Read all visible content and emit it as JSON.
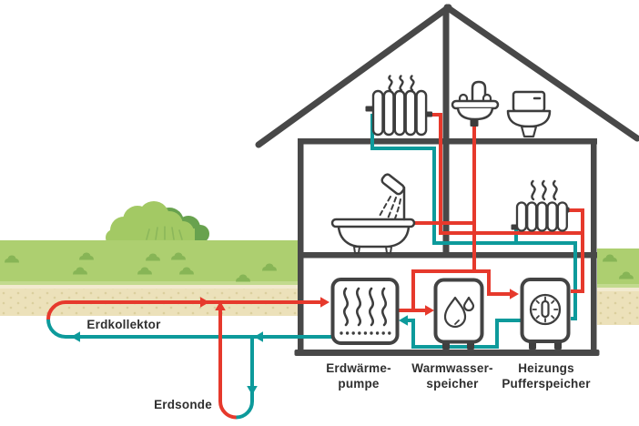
{
  "labels": {
    "erdkollektor": "Erdkollektor",
    "erdsonde": "Erdsonde",
    "erdwaermepumpe": "Erdwärme-\npumpe",
    "warmwasserspeicher": "Warmwasser-\nspeicher",
    "heizungs_pufferspeicher": "Heizungs\nPufferspeicher"
  },
  "colors": {
    "hot_pipe": "#e6392c",
    "cold_pipe": "#0d9a9b",
    "structure": "#484848",
    "icon_stroke": "#3d3d3d",
    "grass": "#adcf70",
    "grass_tuft": "#87b556",
    "bush_light": "#a3c964",
    "bush_dark": "#68a24e",
    "soil": "#ece1ba",
    "label_text": "#2f2f2f"
  },
  "icons": [
    "roof",
    "house-walls",
    "ground-collector-loop",
    "ground-probe-loop",
    "heat-pump",
    "water-tank-drop",
    "buffer-tank-gauge",
    "radiator",
    "bathtub",
    "shower",
    "sink",
    "toilet",
    "bush",
    "grass-tuft"
  ]
}
